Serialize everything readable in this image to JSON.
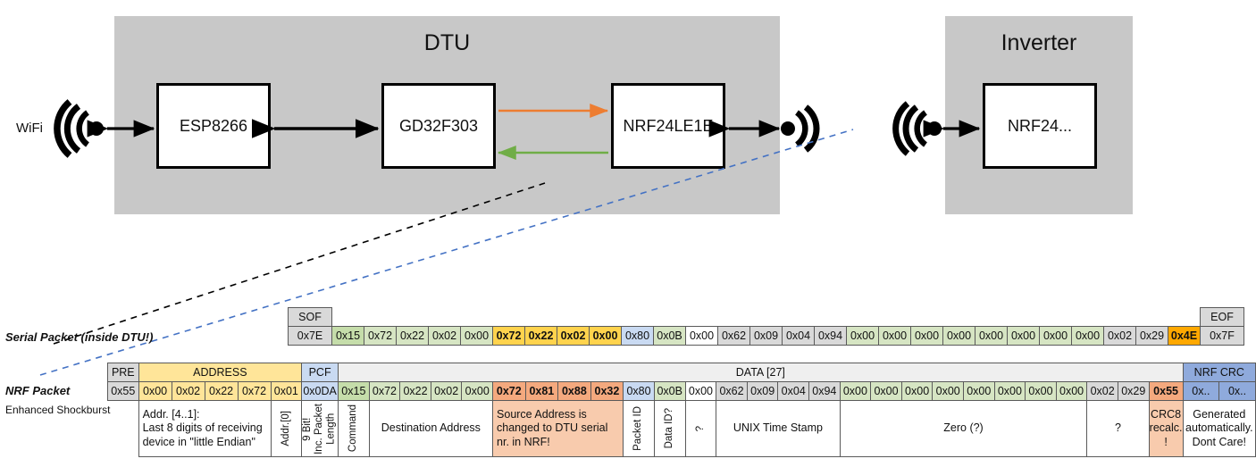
{
  "diagram": {
    "dtu": {
      "title": "DTU",
      "chips": [
        {
          "name": "ESP8266"
        },
        {
          "name": "GD32F303"
        },
        {
          "name": "NRF24LE1E"
        }
      ],
      "wifi_label": "WiFi"
    },
    "inverter": {
      "title": "Inverter",
      "chips": [
        {
          "name": "NRF24..."
        }
      ]
    },
    "arrow_colors": {
      "tx": "#ed7d31",
      "rx": "#70ad47",
      "link": "#000000",
      "callout_serial": "#000000",
      "callout_nrf": "#4472c4"
    }
  },
  "labels": {
    "serial_packet": "Serial Packet (inside DTU!)",
    "nrf_packet": "NRF Packet",
    "shockburst": "Enhanced Shockburst"
  },
  "serial_row": {
    "header": {
      "sof": "SOF",
      "eof": "EOF"
    },
    "sof_value": "0x7E",
    "eof_value": "0x7F",
    "bytes": [
      {
        "v": "0x15",
        "fill": "f-green2"
      },
      {
        "v": "0x72",
        "fill": "f-green"
      },
      {
        "v": "0x22",
        "fill": "f-green"
      },
      {
        "v": "0x02",
        "fill": "f-green"
      },
      {
        "v": "0x00",
        "fill": "f-green"
      },
      {
        "v": "0x72",
        "fill": "f-yellow"
      },
      {
        "v": "0x22",
        "fill": "f-yellow"
      },
      {
        "v": "0x02",
        "fill": "f-yellow"
      },
      {
        "v": "0x00",
        "fill": "f-yellow"
      },
      {
        "v": "0x80",
        "fill": "f-blue"
      },
      {
        "v": "0x0B",
        "fill": "f-green"
      },
      {
        "v": "0x00",
        "fill": "f-white"
      },
      {
        "v": "0x62",
        "fill": "f-gray"
      },
      {
        "v": "0x09",
        "fill": "f-gray"
      },
      {
        "v": "0x04",
        "fill": "f-gray"
      },
      {
        "v": "0x94",
        "fill": "f-gray"
      },
      {
        "v": "0x00",
        "fill": "f-green"
      },
      {
        "v": "0x00",
        "fill": "f-green"
      },
      {
        "v": "0x00",
        "fill": "f-green"
      },
      {
        "v": "0x00",
        "fill": "f-green"
      },
      {
        "v": "0x00",
        "fill": "f-green"
      },
      {
        "v": "0x00",
        "fill": "f-green"
      },
      {
        "v": "0x00",
        "fill": "f-green"
      },
      {
        "v": "0x00",
        "fill": "f-green"
      },
      {
        "v": "0x02",
        "fill": "f-gray"
      },
      {
        "v": "0x29",
        "fill": "f-gray"
      },
      {
        "v": "0x4E",
        "fill": "f-orange"
      }
    ]
  },
  "nrf_row": {
    "headers": [
      {
        "label": "PRE",
        "span": 1,
        "fill": "f-gray"
      },
      {
        "label": "ADDRESS",
        "span": 5,
        "fill": "f-tan"
      },
      {
        "label": "PCF",
        "span": 1,
        "fill": "f-blue"
      },
      {
        "label": "DATA [27]",
        "span": 27,
        "fill": "f-none"
      },
      {
        "label": "NRF CRC",
        "span": 2,
        "fill": "f-blue2"
      }
    ],
    "bytes": [
      {
        "v": "0x55",
        "fill": "f-gray"
      },
      {
        "v": "0x00",
        "fill": "f-tan"
      },
      {
        "v": "0x02",
        "fill": "f-tan"
      },
      {
        "v": "0x22",
        "fill": "f-tan"
      },
      {
        "v": "0x72",
        "fill": "f-tan"
      },
      {
        "v": "0x01",
        "fill": "f-tan"
      },
      {
        "v": "0x0DA",
        "fill": "f-blue"
      },
      {
        "v": "0x15",
        "fill": "f-green2"
      },
      {
        "v": "0x72",
        "fill": "f-green"
      },
      {
        "v": "0x22",
        "fill": "f-green"
      },
      {
        "v": "0x02",
        "fill": "f-green"
      },
      {
        "v": "0x00",
        "fill": "f-green"
      },
      {
        "v": "0x72",
        "fill": "f-salmon"
      },
      {
        "v": "0x81",
        "fill": "f-salmon"
      },
      {
        "v": "0x88",
        "fill": "f-salmon"
      },
      {
        "v": "0x32",
        "fill": "f-salmon"
      },
      {
        "v": "0x80",
        "fill": "f-blue"
      },
      {
        "v": "0x0B",
        "fill": "f-green"
      },
      {
        "v": "0x00",
        "fill": "f-white"
      },
      {
        "v": "0x62",
        "fill": "f-gray"
      },
      {
        "v": "0x09",
        "fill": "f-gray"
      },
      {
        "v": "0x04",
        "fill": "f-gray"
      },
      {
        "v": "0x94",
        "fill": "f-gray"
      },
      {
        "v": "0x00",
        "fill": "f-green"
      },
      {
        "v": "0x00",
        "fill": "f-green"
      },
      {
        "v": "0x00",
        "fill": "f-green"
      },
      {
        "v": "0x00",
        "fill": "f-green"
      },
      {
        "v": "0x00",
        "fill": "f-green"
      },
      {
        "v": "0x00",
        "fill": "f-green"
      },
      {
        "v": "0x00",
        "fill": "f-green"
      },
      {
        "v": "0x00",
        "fill": "f-green"
      },
      {
        "v": "0x02",
        "fill": "f-gray"
      },
      {
        "v": "0x29",
        "fill": "f-gray"
      },
      {
        "v": "0x55",
        "fill": "f-salmon"
      },
      {
        "v": "0x..",
        "fill": "f-blue2"
      },
      {
        "v": "0x..",
        "fill": "f-blue2"
      }
    ],
    "annotations": [
      {
        "text": "",
        "span": 1,
        "fill": "f-none",
        "vertical": false,
        "align": "center",
        "blank": true
      },
      {
        "text": "Addr. [4..1]:\nLast 8 digits of receiving\ndevice in \"little Endian\"",
        "span": 4,
        "fill": "f-white",
        "vertical": false,
        "align": "left"
      },
      {
        "text": "Addr.[0]",
        "span": 1,
        "fill": "f-white",
        "vertical": true,
        "align": "center"
      },
      {
        "text": "9 Bit!\nInc. Packet\nLength",
        "span": 1,
        "fill": "f-white",
        "vertical": true,
        "align": "center"
      },
      {
        "text": "Command",
        "span": 1,
        "fill": "f-white",
        "vertical": true,
        "align": "center"
      },
      {
        "text": "Destination Address",
        "span": 4,
        "fill": "f-white",
        "vertical": false,
        "align": "center"
      },
      {
        "text": "Source Address is\nchanged to DTU serial\nnr. in NRF!",
        "span": 4,
        "fill": "f-salmon2",
        "vertical": false,
        "align": "left"
      },
      {
        "text": "Packet ID",
        "span": 1,
        "fill": "f-white",
        "vertical": true,
        "align": "center"
      },
      {
        "text": "Data ID?",
        "span": 1,
        "fill": "f-white",
        "vertical": true,
        "align": "center"
      },
      {
        "text": "?",
        "span": 1,
        "fill": "f-white",
        "vertical": true,
        "align": "center"
      },
      {
        "text": "UNIX Time Stamp",
        "span": 4,
        "fill": "f-white",
        "vertical": false,
        "align": "center"
      },
      {
        "text": "Zero (?)",
        "span": 8,
        "fill": "f-white",
        "vertical": false,
        "align": "center"
      },
      {
        "text": "?",
        "span": 2,
        "fill": "f-white",
        "vertical": false,
        "align": "center"
      },
      {
        "text": "CRC8\nrecalc.\n!",
        "span": 1,
        "fill": "f-salmon2",
        "vertical": false,
        "align": "center"
      },
      {
        "text": "Generated\nautomatically.\nDont Care!",
        "span": 2,
        "fill": "f-white",
        "vertical": false,
        "align": "center"
      }
    ]
  }
}
